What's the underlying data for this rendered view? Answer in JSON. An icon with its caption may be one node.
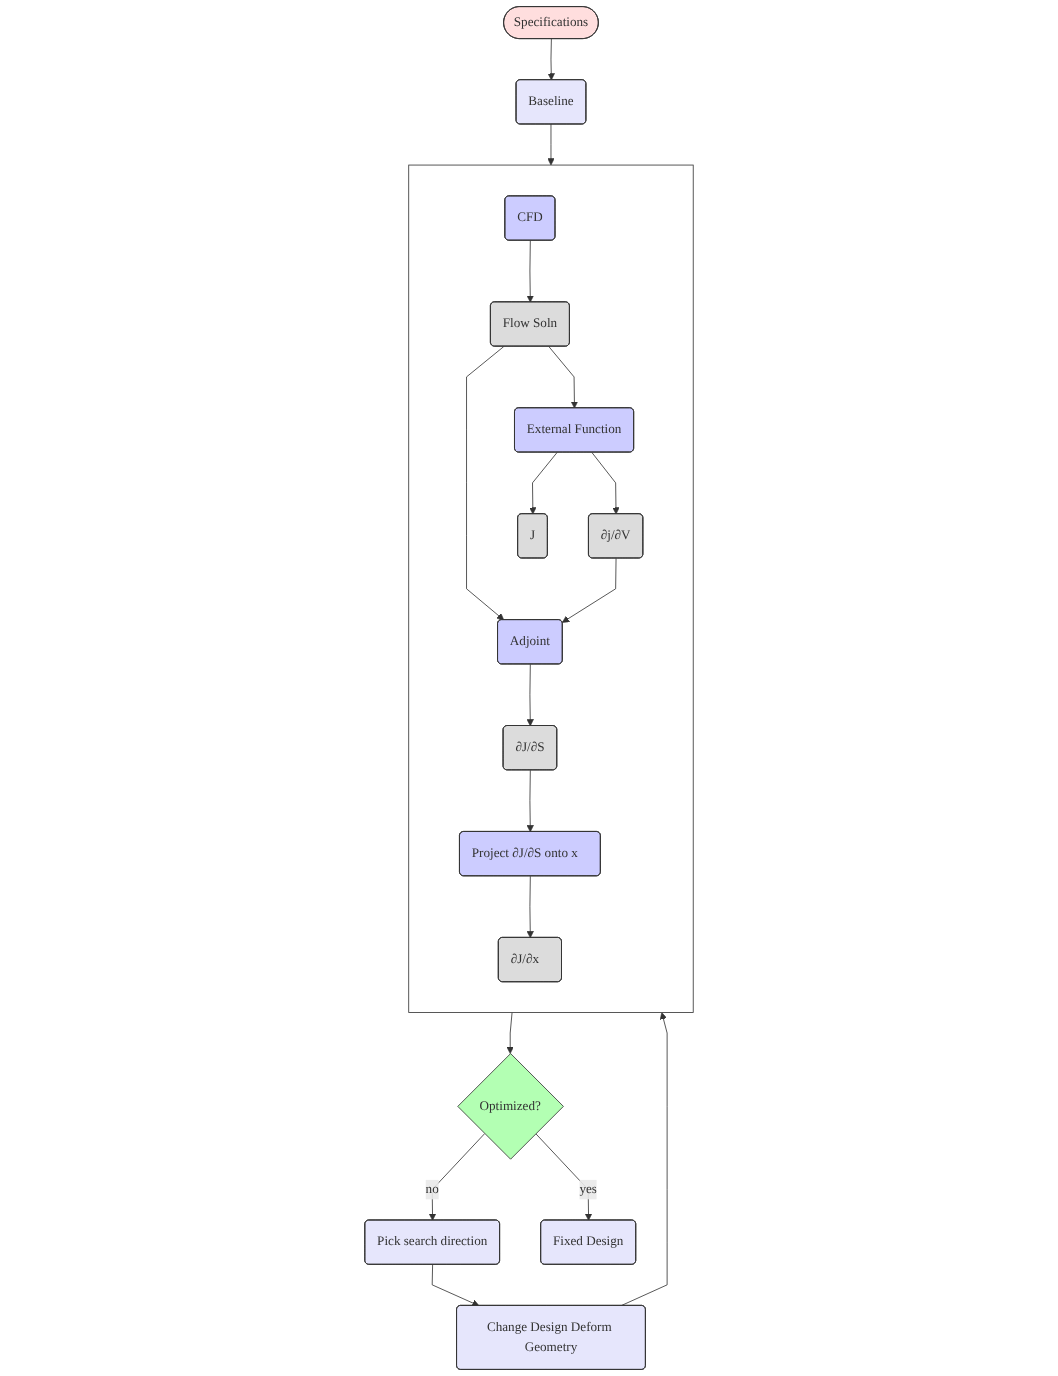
{
  "diagram": {
    "nodes": [
      {
        "text": [
          "Specifications"
        ]
      },
      {
        "text": [
          "Baseline"
        ]
      },
      {
        "text": [],
        "shape": "box"
      },
      {
        "text": [
          "CFD"
        ],
        "in": 2
      },
      {
        "text": [
          "Flow Soln"
        ],
        "in": 2
      },
      {
        "text": [
          "External Function"
        ],
        "in": 2
      },
      {
        "text": [
          "Adjoint"
        ],
        "in": 2
      },
      {
        "text": [
          "∂j/∂V"
        ],
        "in": 2
      },
      {
        "text": [
          "∂J/∂S"
        ],
        "in": 2
      },
      {
        "text": [
          "Project ∂J/∂S onto x⃗"
        ],
        "in": 2
      },
      {
        "text": [
          "∂J/∂x⃗"
        ],
        "in": 2
      },
      {
        "text": [
          "J"
        ],
        "in": 2
      },
      {
        "text": [
          "Change Design Deform Geometry"
        ]
      },
      {
        "text": [
          "Pick search direction"
        ]
      },
      {
        "text": [
          "Optimized?"
        ]
      },
      {
        "text": [
          "Fixed Design"
        ]
      }
    ],
    "edges": [
      {
        "from": 0,
        "to": 1,
        "arrow": "to"
      },
      {
        "from": 1,
        "to": 2,
        "arrow": "to"
      },
      {
        "from": 3,
        "to": 4,
        "arrow": "to"
      },
      {
        "from": 4,
        "to": 5,
        "arrow": "to"
      },
      {
        "from": 5,
        "to": 7,
        "arrow": "to"
      },
      {
        "from": 5,
        "to": 11,
        "arrow": "to"
      },
      {
        "from": 4,
        "to": 6,
        "arrow": "to"
      },
      {
        "from": 7,
        "to": 6,
        "arrow": "to"
      },
      {
        "from": 6,
        "to": 8,
        "arrow": "to"
      },
      {
        "from": 8,
        "to": 9,
        "arrow": "to"
      },
      {
        "from": 9,
        "to": 10,
        "arrow": "to"
      },
      {
        "from": 2,
        "to": 14,
        "arrow": "to"
      },
      {
        "from": 14,
        "to": 13,
        "arrow": "to",
        "label": "no"
      },
      {
        "from": 14,
        "to": 15,
        "arrow": "to",
        "label": "yes"
      },
      {
        "from": 13,
        "to": 12,
        "arrow": "to"
      },
      {
        "from": 12,
        "to": 2,
        "arrow": "to"
      }
    ]
  }
}
